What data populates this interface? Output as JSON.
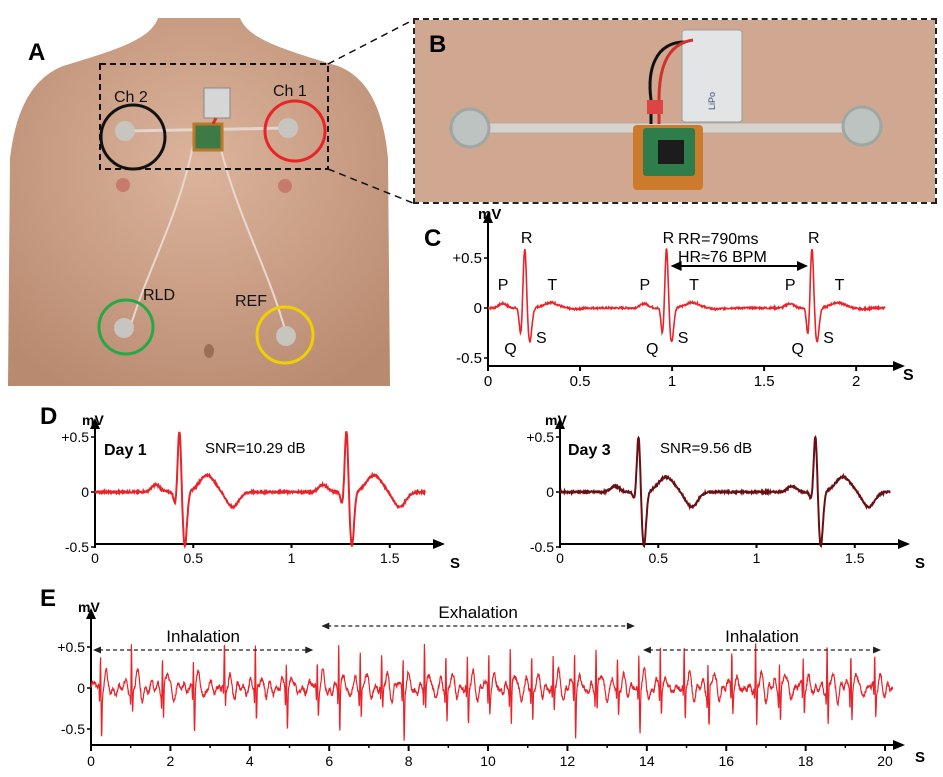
{
  "panels": {
    "A": {
      "label": "A",
      "electrodes": [
        {
          "label": "Ch 2",
          "color": "#111111"
        },
        {
          "label": "Ch 1",
          "color": "#e8242a"
        },
        {
          "label": "RLD",
          "color": "#27a844"
        },
        {
          "label": "REF",
          "color": "#f0d000"
        }
      ]
    },
    "B": {
      "label": "B"
    },
    "C": {
      "label": "C"
    },
    "D": {
      "label": "D"
    },
    "E": {
      "label": "E"
    }
  },
  "colors": {
    "trace": "#e8242a",
    "trace_dark": "#6b0f12",
    "skin": "#d9b39a",
    "skin_dark": "#b98d74"
  },
  "chart_data": [
    {
      "id": "C",
      "type": "line",
      "ylabel": "mV",
      "xlabel": "S",
      "xlim": [
        0,
        2.2
      ],
      "ylim": [
        -0.55,
        0.72
      ],
      "xticks": [
        0,
        0.5,
        1,
        1.5,
        2
      ],
      "xtick_labels": [
        "0",
        "0.5",
        "1",
        "1.5",
        "2"
      ],
      "yticks": [
        0.5,
        0,
        -0.5
      ],
      "ytick_labels": [
        "+0.5",
        "0",
        "-0.5"
      ],
      "beats_r_time": [
        0.2,
        0.97,
        1.76
      ],
      "beat_wave_labels": [
        "P",
        "Q",
        "R",
        "S",
        "T"
      ],
      "annotations": [
        "RR=790ms",
        "HR≈76 BPM"
      ],
      "color": "#e8242a"
    },
    {
      "id": "D1",
      "type": "line",
      "ylabel": "mV",
      "xlabel": "S",
      "xlim": [
        0,
        1.72
      ],
      "ylim": [
        -0.5,
        0.55
      ],
      "xticks": [
        0,
        0.5,
        1,
        1.5
      ],
      "xtick_labels": [
        "0",
        "0.5",
        "1",
        "1.5"
      ],
      "yticks": [
        0.5,
        0,
        -0.5
      ],
      "ytick_labels": [
        "+0.5",
        "0",
        "-0.5"
      ],
      "beats_r_time": [
        0.43,
        1.28
      ],
      "title": "Day 1",
      "annotation": "SNR=10.29 dB",
      "color": "#e8242a"
    },
    {
      "id": "D3",
      "type": "line",
      "ylabel": "mV",
      "xlabel": "S",
      "xlim": [
        0,
        1.72
      ],
      "ylim": [
        -0.5,
        0.55
      ],
      "xticks": [
        0,
        0.5,
        1,
        1.5
      ],
      "xtick_labels": [
        "0",
        "0.5",
        "1",
        "1.5"
      ],
      "yticks": [
        0.5,
        0,
        -0.5
      ],
      "ytick_labels": [
        "+0.5",
        "0",
        "-0.5"
      ],
      "beats_r_time": [
        0.4,
        1.3
      ],
      "title": "Day 3",
      "annotation": "SNR=9.56 dB",
      "color": "#6b0f12"
    },
    {
      "id": "E",
      "type": "line",
      "ylabel": "mV",
      "xlabel": "S",
      "xlim": [
        0,
        20.2
      ],
      "ylim": [
        -0.55,
        0.7
      ],
      "xticks": [
        0,
        2,
        4,
        6,
        8,
        10,
        12,
        14,
        16,
        18,
        20
      ],
      "xtick_labels": [
        "0",
        "2",
        "4",
        "6",
        "8",
        "10",
        "12",
        "14",
        "16",
        "18",
        "20"
      ],
      "yticks": [
        0.5,
        0,
        -0.5
      ],
      "ytick_labels": [
        "+0.5",
        "0",
        "-0.5"
      ],
      "phases": [
        {
          "label": "Inhalation",
          "start": 0,
          "end": 5.7,
          "rr": 0.78
        },
        {
          "label": "Exhalation",
          "start": 5.7,
          "end": 13.8,
          "rr": 0.54
        },
        {
          "label": "Inhalation",
          "start": 13.8,
          "end": 20,
          "rr": 0.6
        }
      ],
      "color": "#e8242a"
    }
  ]
}
